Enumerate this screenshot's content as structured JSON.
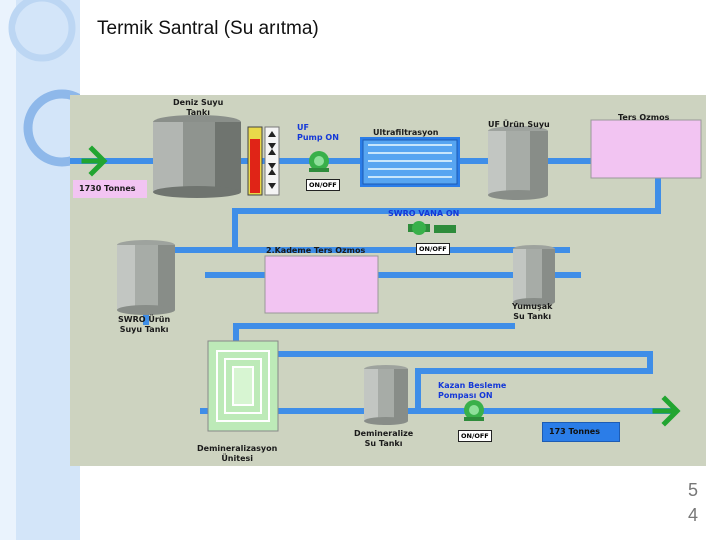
{
  "slide": {
    "title": "Termik Santral (Su arıtma)",
    "page_number_line1": "5",
    "page_number_line2": "4"
  },
  "diagram": {
    "labels": {
      "deniz_suyu_tanki": "Deniz Suyu\nTankı",
      "uf_pump_on": "UF\nPump ON",
      "ultrafiltrasyon": "Ultrafiltrasyon",
      "uf_urun_suyu": "UF Ürün Suyu",
      "ters_ozmos": "Ters Ozmos",
      "swro_vana_on": "SWRO VANA ON",
      "kademe_ters_ozmos": "2.Kademe Ters Ozmos",
      "swro_urun_suyu_tanki": "SWRO Ürün\nSuyu Tankı",
      "yumusak_su_tanki": "Yumuşak\nSu Tankı",
      "demineralizasyon_unitesi": "Demineralizasyon\nÜnitesi",
      "demineralize_su_tanki": "Demineralize\nSu Tankı",
      "kazan_besleme_pompasi_on": "Kazan Besleme\nPompası ON"
    },
    "inlet_quantity": "1730  Tonnes",
    "outlet_quantity": "173  Tonnes",
    "onoff_label": "ON/OFF",
    "colors": {
      "pipe": "#3f8ee8",
      "arrow": "#22a531",
      "panel": "#cdd3c0",
      "status_on": "#1438d8",
      "level_fill": "#e02417"
    }
  }
}
